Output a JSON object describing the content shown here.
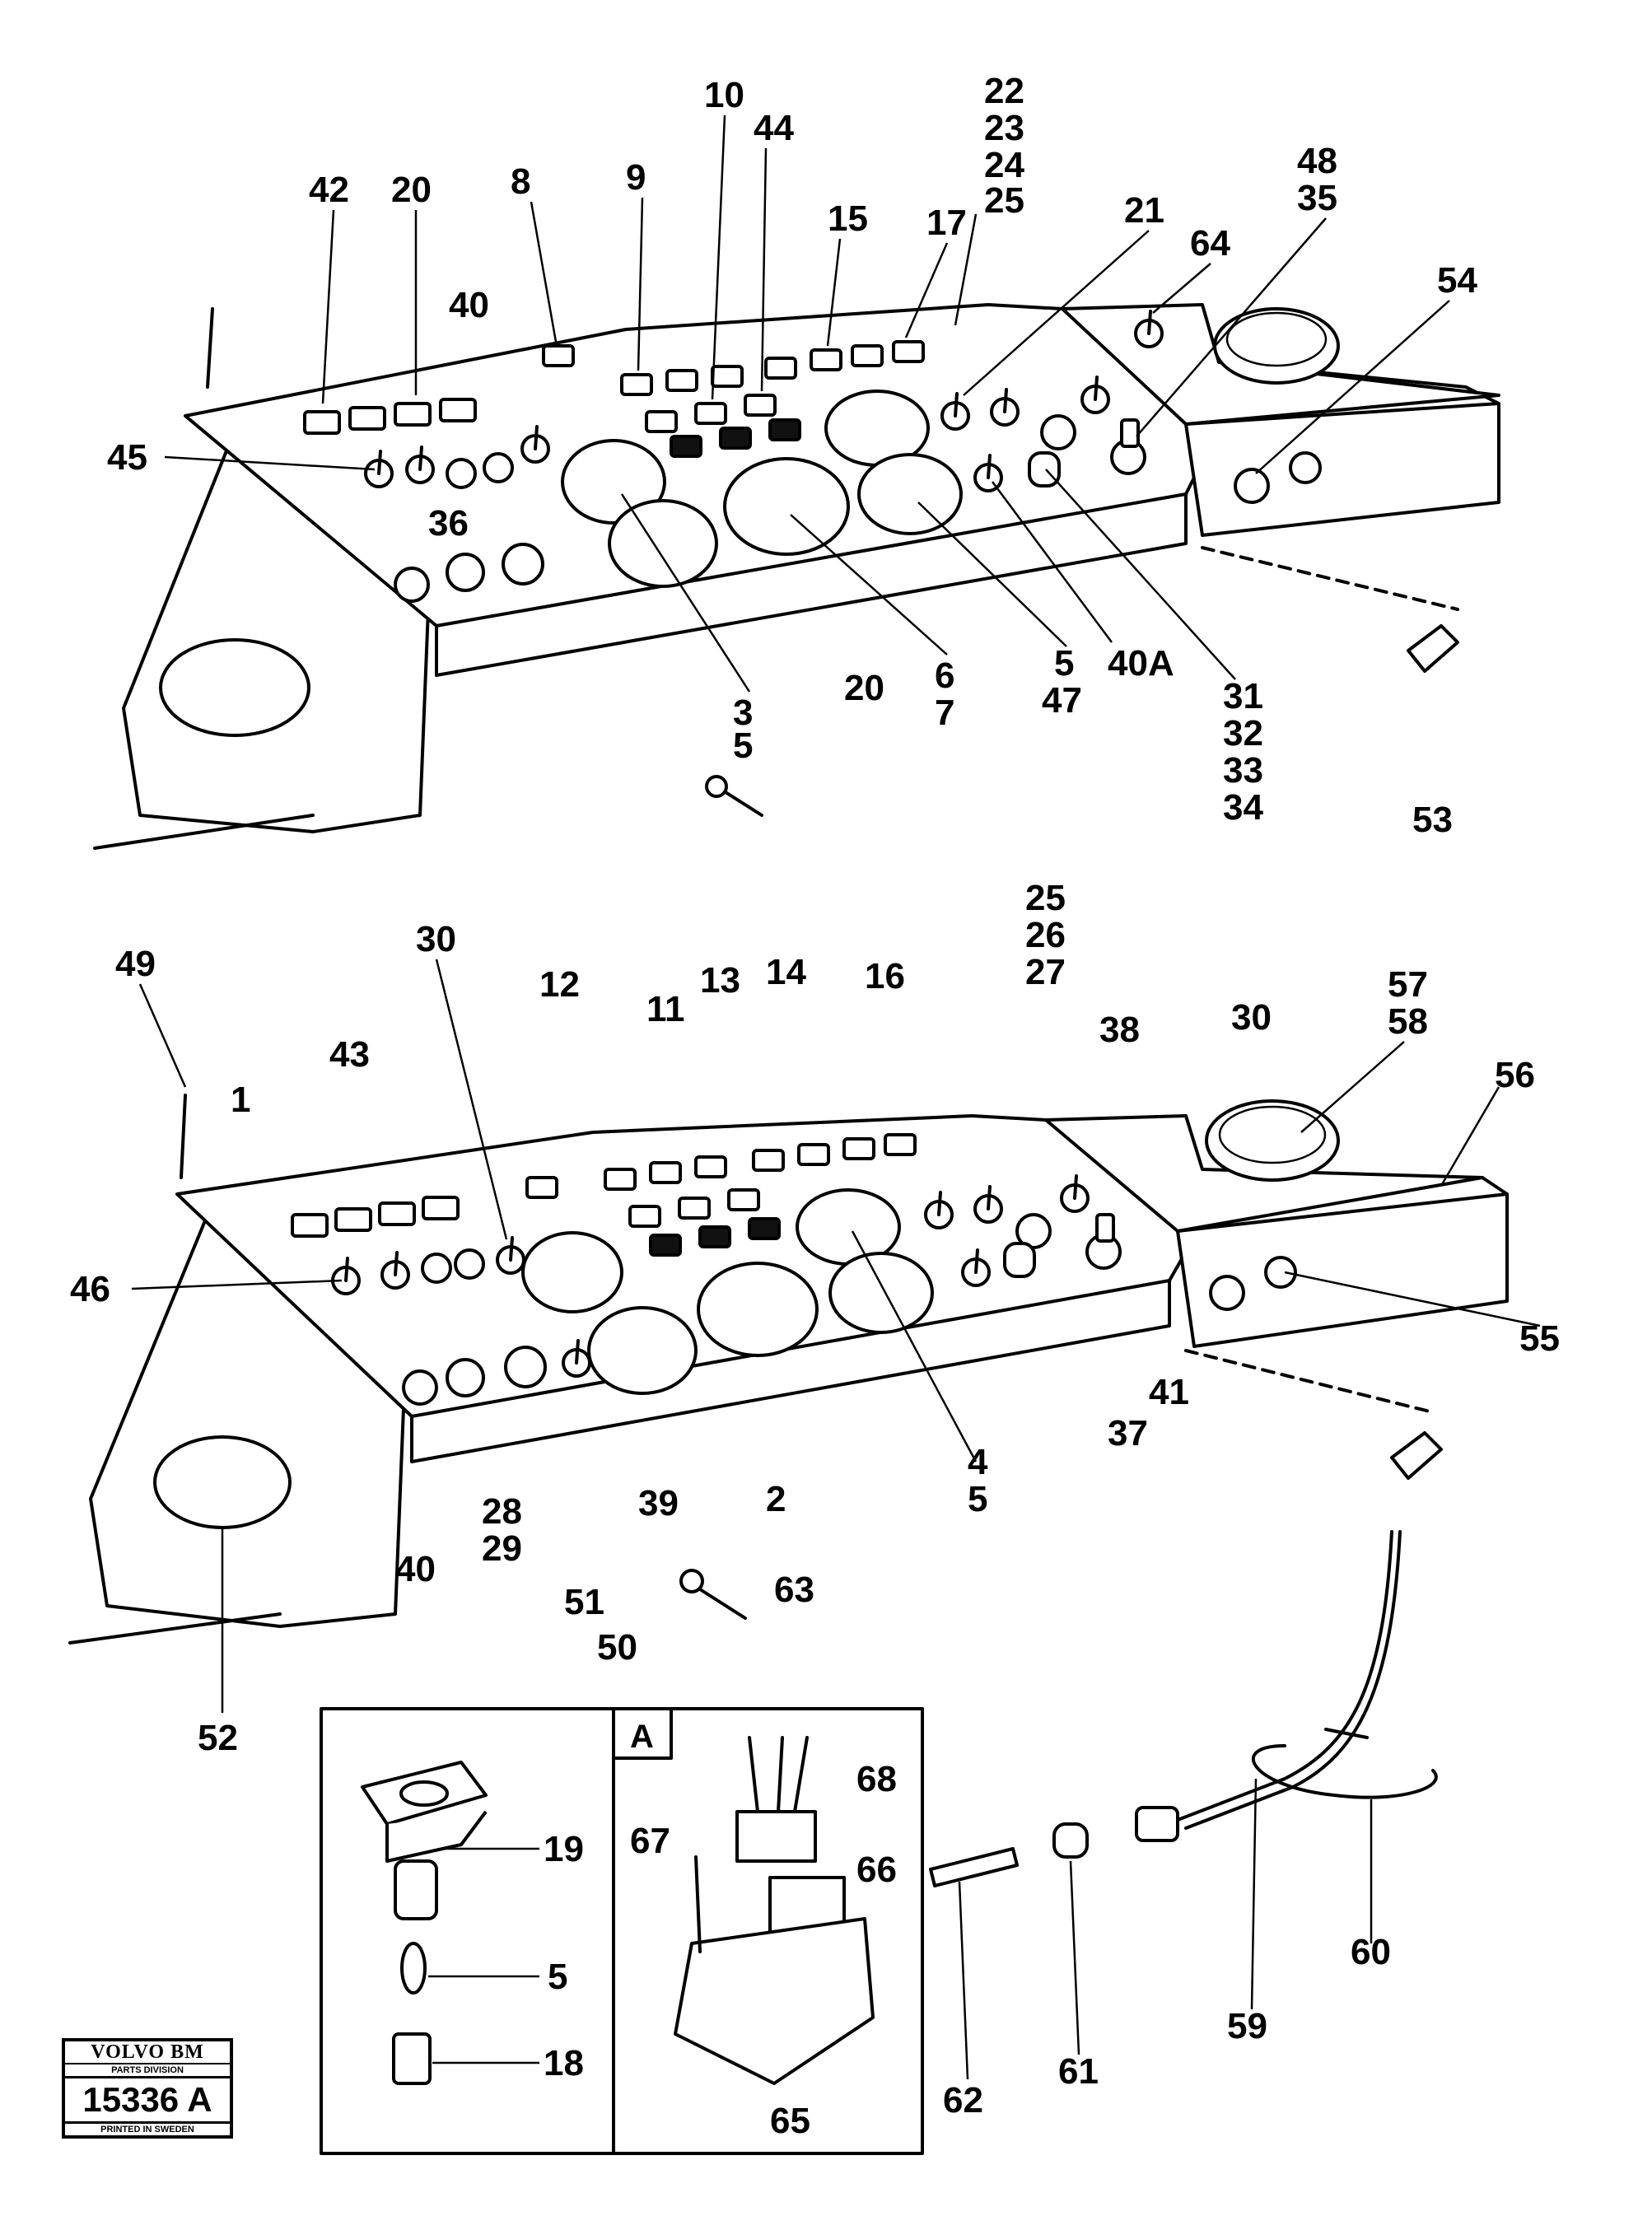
{
  "stamp": {
    "brand": "VOLVO BM",
    "division": "PARTS DIVISION",
    "number": "15336 A",
    "printed": "PRINTED IN SWEDEN"
  },
  "inset_label": "A",
  "callouts_upper": [
    "42",
    "20",
    "40",
    "45",
    "36",
    "8",
    "9",
    "10",
    "44",
    "15",
    "17",
    "22",
    "23",
    "24",
    "25",
    "21",
    "64",
    "48",
    "35",
    "54",
    "3",
    "5",
    "6",
    "7",
    "20",
    "5",
    "47",
    "40A",
    "31",
    "32",
    "33",
    "34",
    "53"
  ],
  "callouts_lower": [
    "49",
    "43",
    "1",
    "46",
    "30",
    "12",
    "11",
    "13",
    "14",
    "16",
    "25",
    "26",
    "27",
    "38",
    "30",
    "57",
    "58",
    "56",
    "55",
    "4",
    "5",
    "2",
    "63",
    "39",
    "28",
    "29",
    "40",
    "51",
    "50",
    "37",
    "41",
    "52"
  ],
  "callouts_detail": [
    "19",
    "5",
    "18",
    "68",
    "67",
    "66",
    "65",
    "62",
    "61",
    "59",
    "60"
  ],
  "icons": {
    "switch_symbol": "rocker-switch-symbol",
    "gauge": "gauge-dial",
    "toggle": "toggle-switch",
    "key": "ignition-key"
  }
}
